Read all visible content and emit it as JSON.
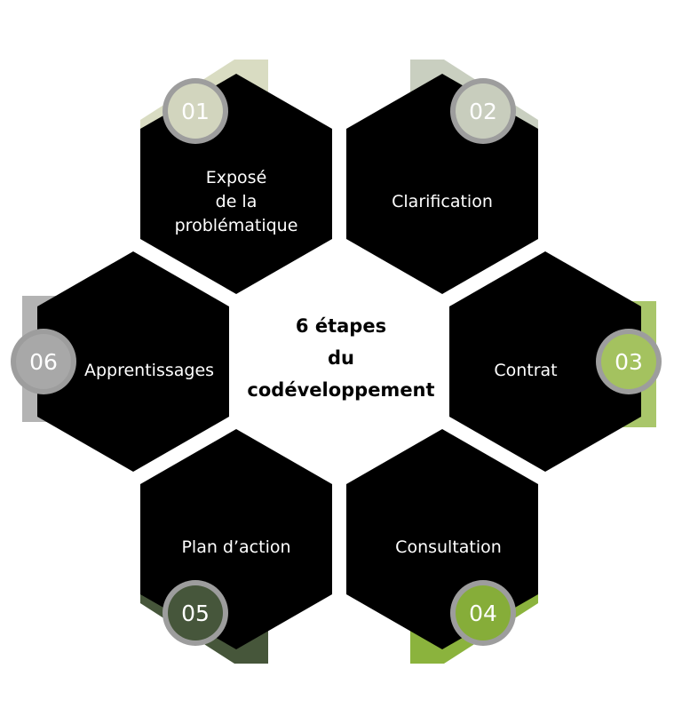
{
  "center": {
    "lines": [
      "6 étapes",
      "du",
      "codéveloppement"
    ]
  },
  "steps": [
    {
      "number": "01",
      "label_lines": [
        "Exposé",
        "de la",
        "problématique"
      ],
      "accent": "#d9dcc2",
      "badge": "#d2d5be"
    },
    {
      "number": "02",
      "label_lines": [
        "Clarification"
      ],
      "accent": "#c9cfc0",
      "badge": "#c8cdbd"
    },
    {
      "number": "03",
      "label_lines": [
        "Contrat"
      ],
      "accent": "#a9c66a",
      "badge": "#a4c25f"
    },
    {
      "number": "04",
      "label_lines": [
        "Consultation"
      ],
      "accent": "#8bb33d",
      "badge": "#86ad39"
    },
    {
      "number": "05",
      "label_lines": [
        "Plan d’action"
      ],
      "accent": "#46563a",
      "badge": "#46563b"
    },
    {
      "number": "06",
      "label_lines": [
        "Apprentissages"
      ],
      "accent": "#b3b3b3",
      "badge": "#a8a8a8"
    }
  ],
  "colors": {
    "hexagon": "#000000",
    "badge_ring": "#9d9d9d",
    "background": "#ffffff"
  }
}
